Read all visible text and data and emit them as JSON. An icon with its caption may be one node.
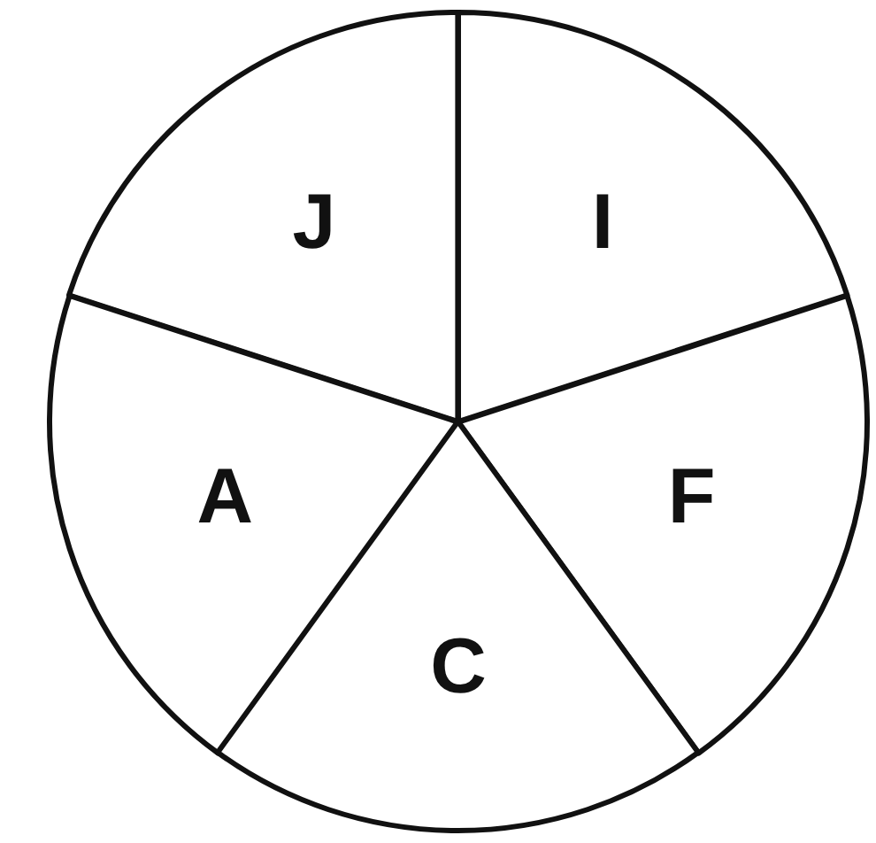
{
  "diagram": {
    "nodes": [
      {
        "text": [
          "J"
        ]
      },
      {
        "text": [
          "I"
        ]
      },
      {
        "text": [
          "F"
        ]
      },
      {
        "text": [
          "A"
        ]
      },
      {
        "text": [
          "C"
        ]
      }
    ]
  }
}
